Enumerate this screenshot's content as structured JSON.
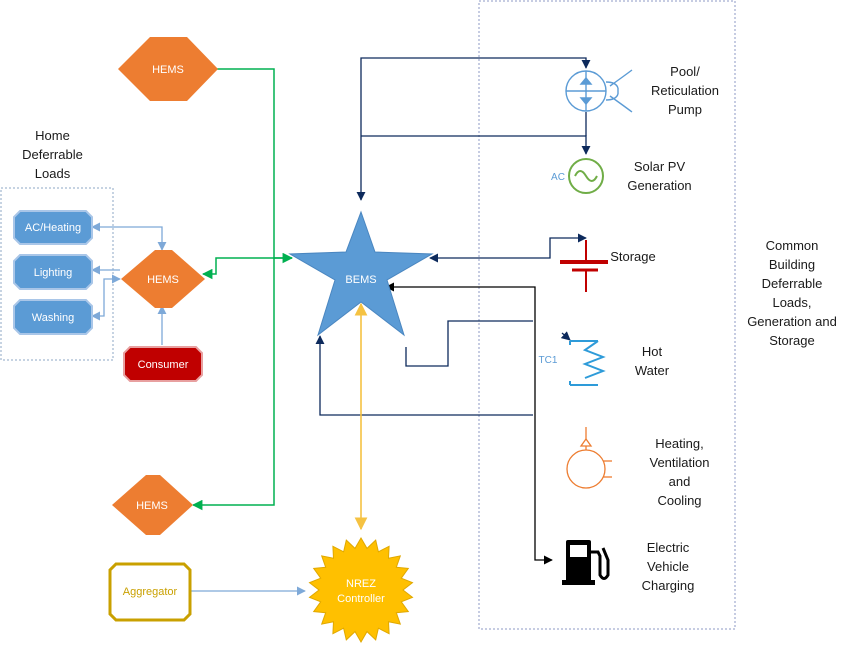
{
  "home_group": {
    "title_lines": [
      "Home",
      "Deferrable",
      "Loads"
    ]
  },
  "home_loads": {
    "ac_heating": "AC/Heating",
    "lighting": "Lighting",
    "washing": "Washing"
  },
  "hems": {
    "top": "HEMS",
    "middle": "HEMS",
    "bottom": "HEMS"
  },
  "consumer": "Consumer",
  "bems": "BEMS",
  "aggregator": "Aggregator",
  "nrez_controller": [
    "NREZ",
    "Controller"
  ],
  "common_group": {
    "title_lines": [
      "Common",
      "Building",
      "Deferrable",
      "Loads,",
      "Generation and",
      "Storage"
    ]
  },
  "devices": {
    "pool_pump": [
      "Pool/",
      "Reticulation",
      "Pump"
    ],
    "solar_pv": [
      "Solar PV",
      "Generation"
    ],
    "solar_ac_tag": "AC",
    "storage": "Storage",
    "hot_water": [
      "Hot",
      "Water"
    ],
    "hot_water_tag": "TC1",
    "hvac": [
      "Heating,",
      "Ventilation",
      "and",
      "Cooling"
    ],
    "ev_charging": [
      "Electric",
      "Vehicle",
      "Charging"
    ]
  },
  "colors": {
    "hems_orange": "#ED7D31",
    "load_blue": "#5B9BD5",
    "consumer_red": "#C00000",
    "nrez_yellow": "#FFC000",
    "aggregator_border": "#C9A000",
    "link_green": "#00B050",
    "link_navy": "#0D2A5C",
    "link_light_blue": "#7EA9D8",
    "link_gold": "#F5C242"
  },
  "icons": {
    "pool_pump": "pump-icon",
    "solar_pv": "ac-source-icon",
    "storage": "battery-icon",
    "hot_water": "heating-coil-icon",
    "hvac": "hvac-unit-icon",
    "ev_charging": "fuel-pump-icon"
  }
}
